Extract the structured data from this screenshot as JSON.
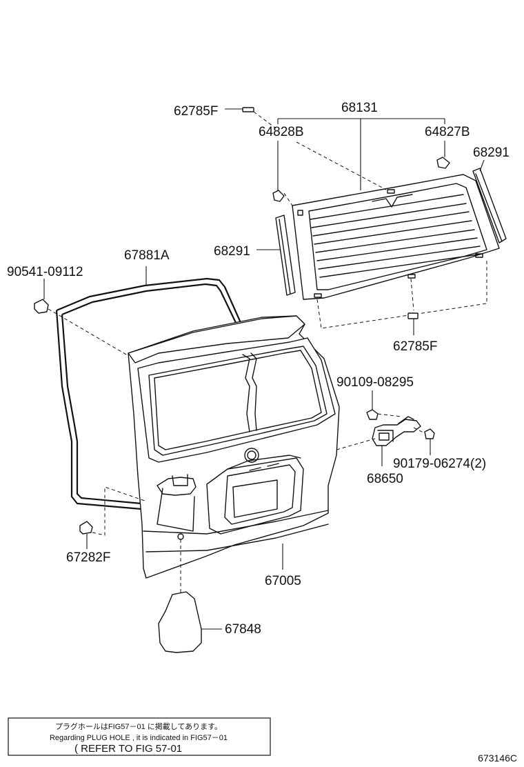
{
  "parts": {
    "p68131": "68131",
    "p62785F_top": "62785F",
    "p64828B": "64828B",
    "p64827B": "64827B",
    "p68291_right": "68291",
    "p68291_left": "68291",
    "p67881A": "67881A",
    "p90541": "90541-09112",
    "p62785F_bottom": "62785F",
    "p90109": "90109-08295",
    "p90179": "90179-06274(2)",
    "p68650": "68650",
    "p67282F": "67282F",
    "p67005": "67005",
    "p67848": "67848"
  },
  "note": {
    "line1": "プラグホールはFIG57－01 に掲載してあります。",
    "line2": "Regarding  PLUG HOLE , it is indicated  in  FIG57－01",
    "line3": "( REFER TO FIG 57-01"
  },
  "figure_code": "673146C"
}
